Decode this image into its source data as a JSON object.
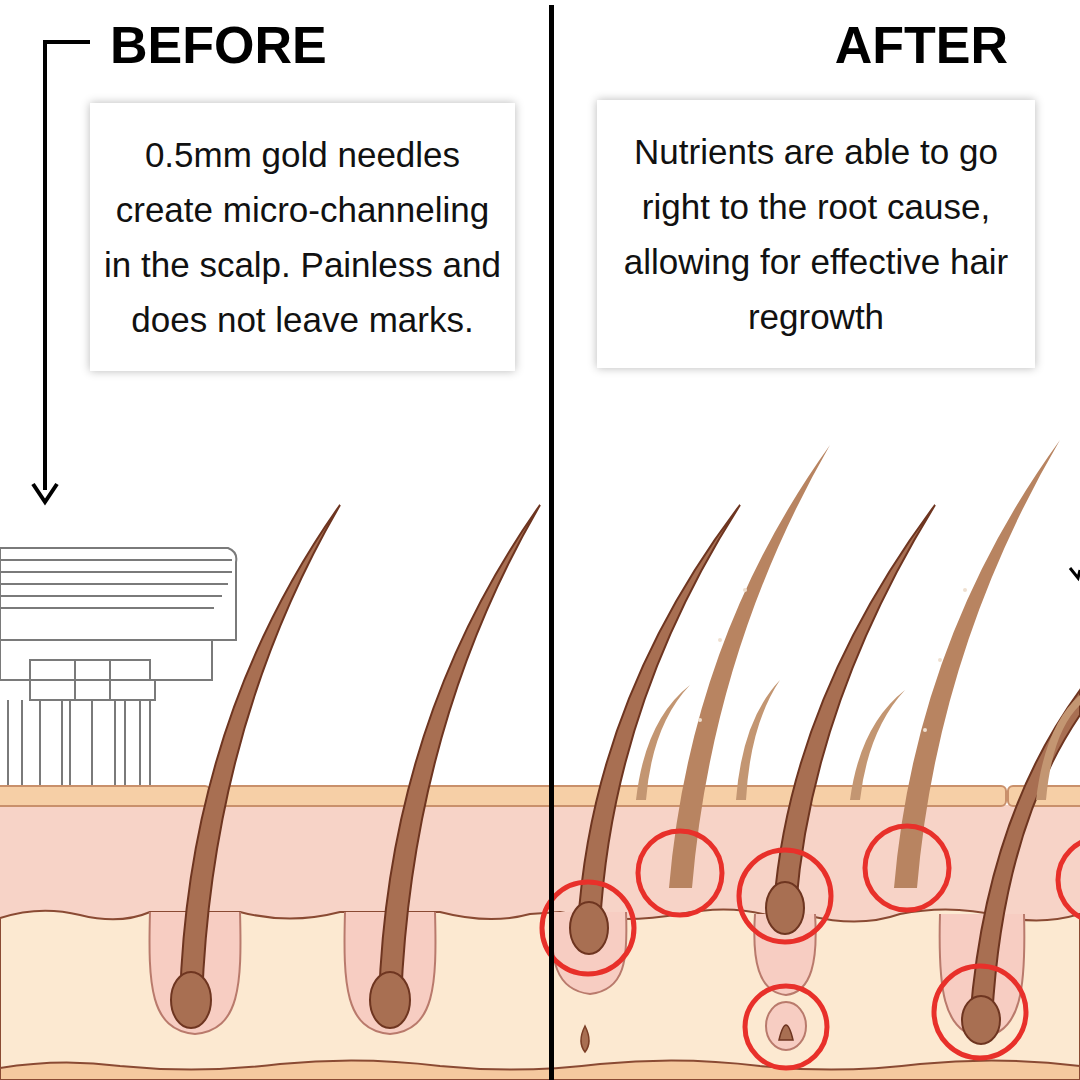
{
  "diagram": {
    "nodes": [
      {
        "text": [
          "BEFORE",
          "0.5mm gold needles create micro-channeling in the scalp. Painless and does not leave marks."
        ]
      },
      {
        "text": [
          "AFTER",
          "Nutrients are able to go right to the root cause, allowing for effective hair regrowth"
        ]
      }
    ]
  }
}
